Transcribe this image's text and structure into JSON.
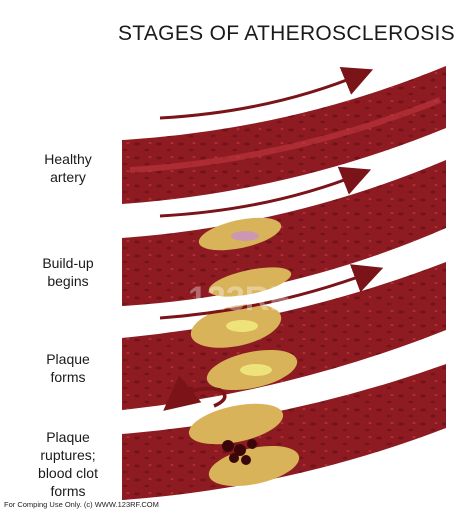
{
  "title": "STAGES OF ATHEROSCLEROSIS",
  "stages": [
    {
      "label_line1": "Healthy",
      "label_line2": "artery"
    },
    {
      "label_line1": "Build-up",
      "label_line2": "begins"
    },
    {
      "label_line1": "Plaque",
      "label_line2": "forms"
    },
    {
      "label_line1": "Plaque",
      "label_line2": "ruptures;",
      "label_line3": "blood clot",
      "label_line4": "forms"
    }
  ],
  "watermark": "123RF",
  "footer": "For Comping Use Only. (c) WWW.123RF.COM",
  "colors": {
    "artery_wall": "#8e1b22",
    "artery_dark": "#5c0d12",
    "lumen": "#b0242c",
    "plaque": "#d8b35a",
    "plaque_core": "#eee27a",
    "arrow": "#7a1419"
  }
}
